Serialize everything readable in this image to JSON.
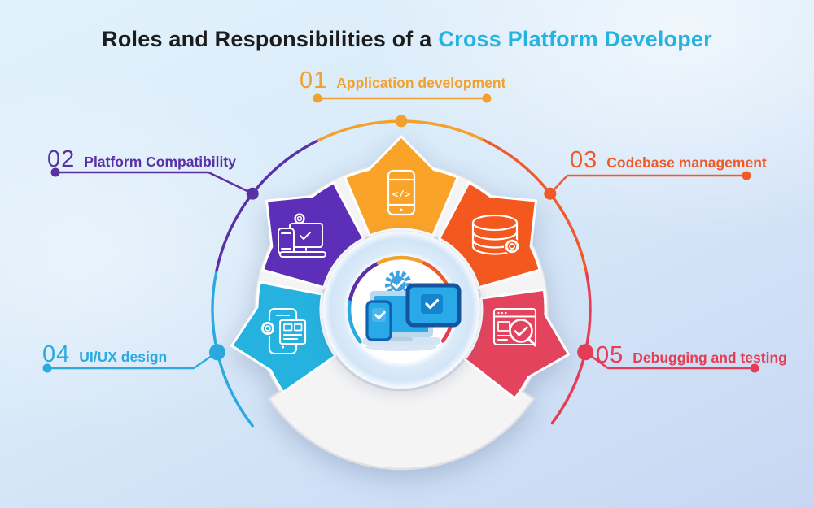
{
  "title": {
    "prefix": "Roles and Responsibilities of a",
    "highlight": "Cross Platform Developer",
    "prefix_color": "#1c1c1c",
    "highlight_color": "#25b4e2"
  },
  "items": [
    {
      "number": "01",
      "label": "Application development",
      "color": "#F2A12E",
      "wedge_color": "#F9A329",
      "icon": "smartphone-code-icon",
      "icon_glyph": "</>",
      "position": "top"
    },
    {
      "number": "02",
      "label": "Platform Compatibility",
      "color": "#5931A5",
      "wedge_color": "#5D2EB8",
      "icon": "devices-gear-icon",
      "position": "upper-left"
    },
    {
      "number": "03",
      "label": "Codebase management",
      "color": "#F05A28",
      "wedge_color": "#F4581E",
      "icon": "database-gear-icon",
      "position": "upper-right"
    },
    {
      "number": "04",
      "label": "UI/UX design",
      "color": "#2BA9E0",
      "wedge_color": "#25B2DF",
      "icon": "phone-wireframe-gear-icon",
      "position": "lower-left"
    },
    {
      "number": "05",
      "label": "Debugging and testing",
      "color": "#E63C54",
      "wedge_color": "#E4435D",
      "icon": "browser-magnifier-check-icon",
      "position": "lower-right"
    }
  ],
  "wheel": {
    "base_color": "#f4f4f5",
    "base_rim_color": "#e0e0e4",
    "icon_stroke": "#ffffff"
  },
  "center_illustration": {
    "name": "multi-device-check-illustration",
    "colors": {
      "gear": "#3da2e4",
      "screen": "#29a9e7",
      "bezel": "#bcd8ef",
      "base": "#d3e4f4",
      "base_notch": "#b7cde4",
      "phone_border": "#1061ae",
      "tablet_border": "#15549e",
      "badge": "#1584cf",
      "badge_light": "#4db5ec",
      "check": "#ffffff",
      "ground_shadow": "#cfe0f2"
    }
  }
}
